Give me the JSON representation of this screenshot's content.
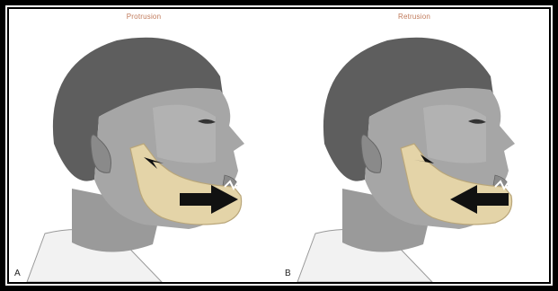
{
  "panels": [
    {
      "title": "Protrusion",
      "letter": "A",
      "direction": "forward"
    },
    {
      "title": "Retrusion",
      "letter": "B",
      "direction": "backward"
    }
  ],
  "colors": {
    "skin_dark": "#6e6e6e",
    "skin_mid": "#8f8f8f",
    "skin_light": "#b8b8b8",
    "hair": "#5a5a5a",
    "bone": "#e4d4a8",
    "bone_edge": "#b9a67a",
    "arrow": "#111111",
    "title": "#c07a5a"
  }
}
